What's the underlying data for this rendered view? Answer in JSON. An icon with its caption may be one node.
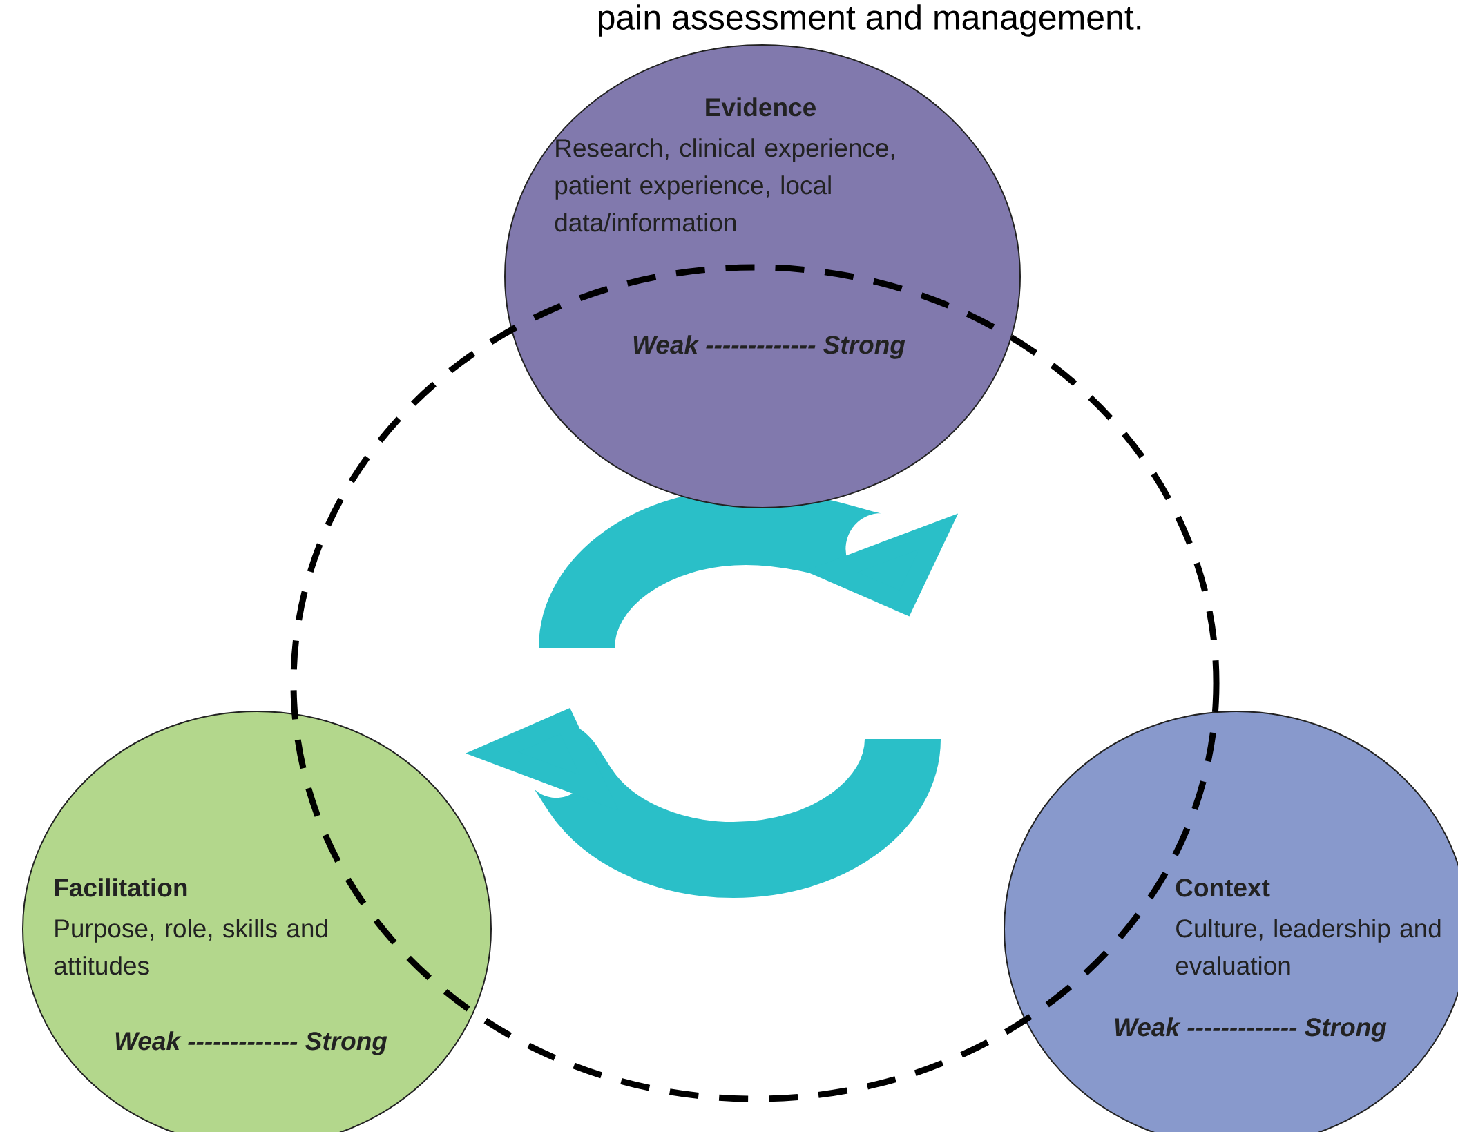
{
  "diagram": {
    "nodes": [
      {
        "text": [
          "Evidence",
          "Research, clinical experience, patient experience, local data/information",
          "Weak ------------- Strong"
        ]
      },
      {
        "text": [
          "Facilitation",
          "Purpose, role, skills and attitudes",
          "Weak ------------- Strong"
        ]
      },
      {
        "text": [
          "Context",
          "Culture, leadership and evaluation",
          "Weak ------------- Strong"
        ]
      }
    ],
    "labels": [
      "pain assessment and management."
    ]
  }
}
